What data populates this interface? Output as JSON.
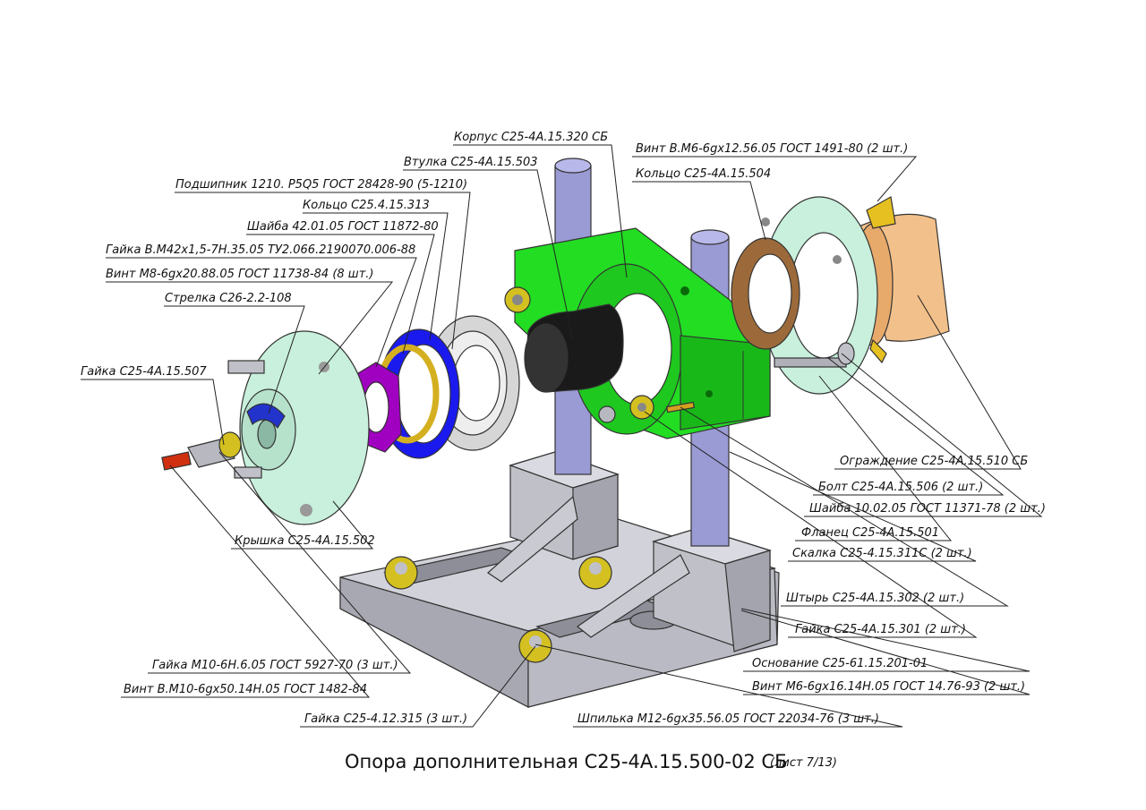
{
  "title": "Опора дополнительная С25-4А.15.500-02 СБ",
  "sheet": "(лист 7/13)",
  "labels": {
    "korpus": "Корпус С25-4А.15.320 СБ",
    "vtulka": "Втулка С25-4А.15.503",
    "podshipnik": "Подшипник 1210. Р5Q5 ГОСТ 28428-90 (5-1210)",
    "kolco_313": "Кольцо С25.4.15.313",
    "shaiba_42": "Шайба 42.01.05 ГОСТ 11872-80",
    "gaika_m42": "Гайка В.М42х1,5-7Н.35.05 ТУ2.066.2190070.006-88",
    "vint_m8": "Винт М8-6gх20.88.05 ГОСТ 11738-84 (8 шт.)",
    "strelka": "Стрелка С26-2.2-108",
    "gaika_507": "Гайка С25-4А.15.507",
    "kryshka": "Крышка С25-4А.15.502",
    "gaika_m10": "Гайка М10-6Н.6.05 ГОСТ 5927-70 (3 шт.)",
    "vint_m10": "Винт В.М10-6gх50.14Н.05 ГОСТ 1482-84",
    "gaika_315": "Гайка С25-4.12.315 (3 шт.)",
    "shpilka": "Шпилька М12-6gх35.56.05 ГОСТ 22034-76 (3 шт.)",
    "osnovanie": "Основание С25-61.15.201-01",
    "vint_m6_14": "Винт М6-6gх16.14Н.05 ГОСТ 14.76-93 (2 шт.)",
    "gaika_301": "Гайка С25-4А.15.301 (2 шт.)",
    "shtyr": "Штырь С25-4А.15.302 (2 шт.)",
    "skalka": "Скалка С25-4.15.311С (2 шт.)",
    "flanec": "Фланец С25-4А.15.501",
    "shaiba_10": "Шайба 10.02.05 ГОСТ 11371-78 (2 шт.)",
    "bolt": "Болт С25-4А.15.506 (2 шт.)",
    "ograzhdenie": "Ограждение С25-4А.15.510 СБ",
    "vint_m6_12": "Винт В.М6-6gх12.56.05 ГОСТ 1491-80 (2 шт.)",
    "kolco_504": "Кольцо С25-4А.15.504"
  },
  "colors": {
    "base": "#c4c4cc",
    "rod": "#9a9ad4",
    "housing": "#22dd22",
    "cover": "#c8f0dc",
    "ring_blue": "#1a1aee",
    "nut_magenta": "#a000c0",
    "guard": "#f2c08a",
    "ring_brown": "#9c6a3a",
    "brass": "#d4c020",
    "red": "#d03010",
    "bearing": "#d6d6d6",
    "sleeve": "#1a1a1a"
  }
}
